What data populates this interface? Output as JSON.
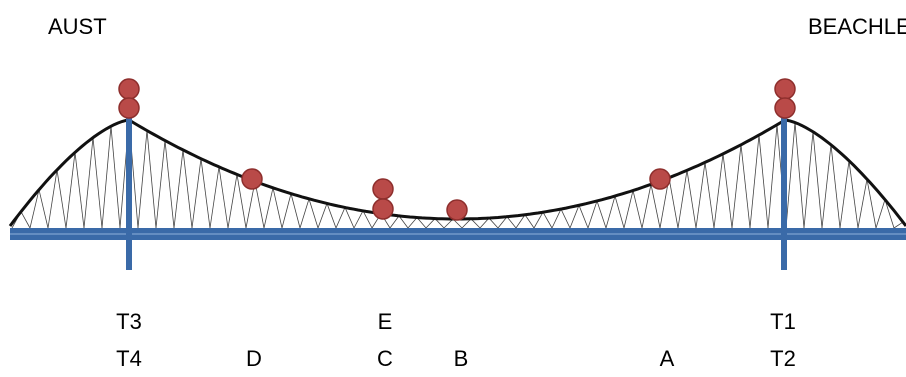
{
  "ends": {
    "left": "AUST",
    "right": "BEACHLEY"
  },
  "markers": [
    {
      "id": "T3",
      "label": "T3"
    },
    {
      "id": "T4",
      "label": "T4"
    },
    {
      "id": "D",
      "label": "D"
    },
    {
      "id": "E",
      "label": "E"
    },
    {
      "id": "C",
      "label": "C"
    },
    {
      "id": "B",
      "label": "B"
    },
    {
      "id": "A",
      "label": "A"
    },
    {
      "id": "T1",
      "label": "T1"
    },
    {
      "id": "T2",
      "label": "T2"
    }
  ],
  "colors": {
    "deck": "#3a6aa8",
    "cable": "#111111",
    "hanger": "#444444",
    "marker": "#b94a48",
    "marker_stroke": "#8e2f2d"
  }
}
